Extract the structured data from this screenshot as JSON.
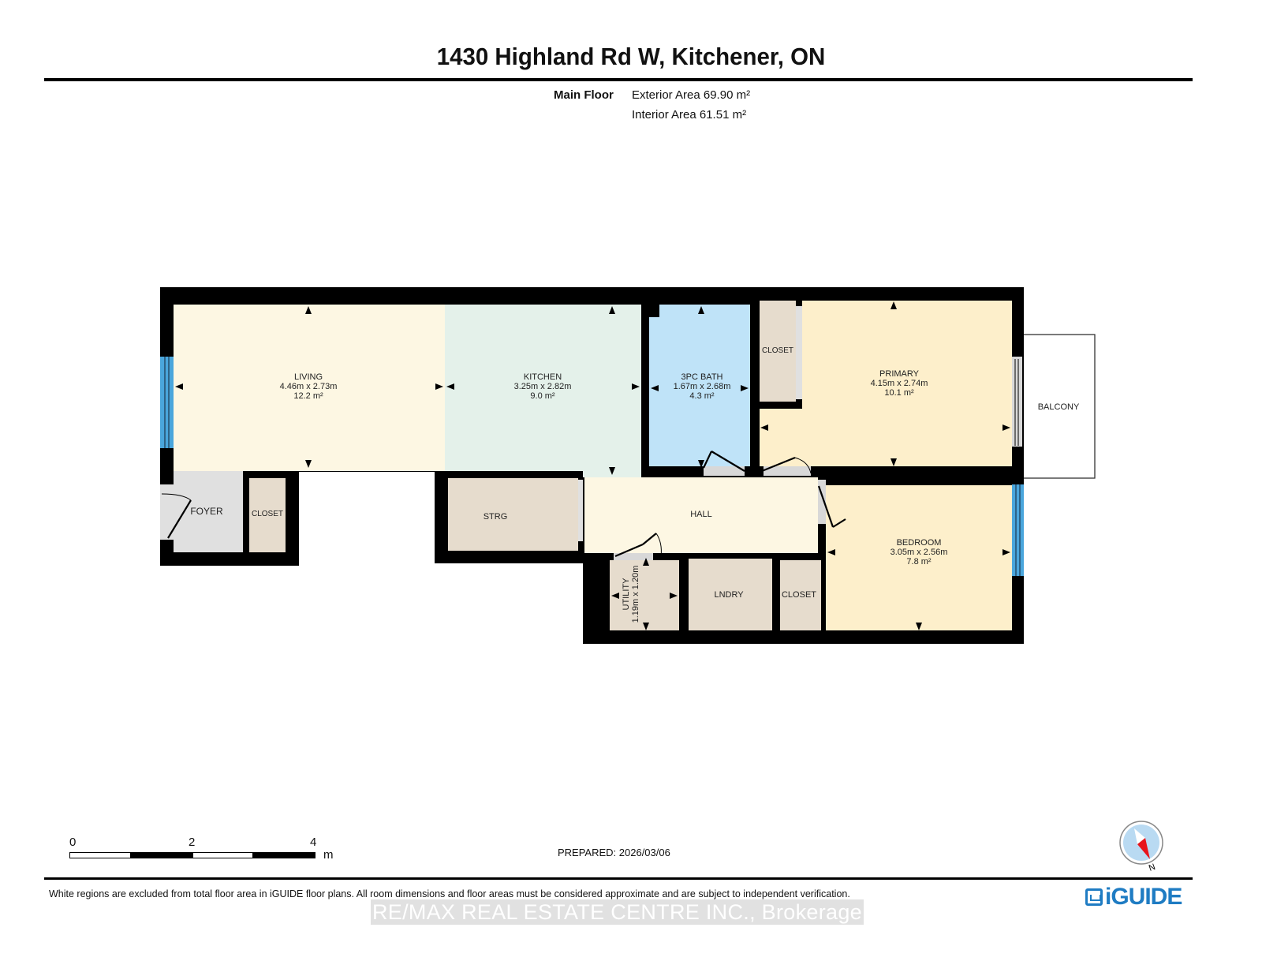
{
  "header": {
    "title": "1430 Highland Rd W, Kitchener, ON",
    "floor_name": "Main Floor",
    "exterior_area": "Exterior Area 69.90 m²",
    "interior_area": "Interior Area 61.51 m²"
  },
  "rooms": [
    {
      "id": "living",
      "name": "LIVING",
      "dims": "4.46m x 2.73m",
      "area": "12.2 m²",
      "color": "#fdf7e3"
    },
    {
      "id": "kitchen",
      "name": "KITCHEN",
      "dims": "3.25m x 2.82m",
      "area": "9.0 m²",
      "color": "#e4f1ea"
    },
    {
      "id": "bath",
      "name": "3PC BATH",
      "dims": "1.67m x 2.68m",
      "area": "4.3 m²",
      "color": "#bfe3f8"
    },
    {
      "id": "primary-closet",
      "name": "CLOSET",
      "color": "#e6dccd"
    },
    {
      "id": "primary",
      "name": "PRIMARY",
      "dims": "4.15m x 2.74m",
      "area": "10.1 m²",
      "color": "#fdefcb"
    },
    {
      "id": "balcony",
      "name": "BALCONY",
      "color": "#ffffff"
    },
    {
      "id": "foyer",
      "name": "FOYER",
      "color": "#e0e0e0"
    },
    {
      "id": "foyer-closet",
      "name": "CLOSET",
      "color": "#e6dccd"
    },
    {
      "id": "strg",
      "name": "STRG",
      "color": "#e6dccd"
    },
    {
      "id": "hall",
      "name": "HALL",
      "color": "#fdf7e3"
    },
    {
      "id": "utility",
      "name": "UTILITY",
      "dims": "1.19m x 1.20m",
      "color": "#e6dccd"
    },
    {
      "id": "lndry",
      "name": "LNDRY",
      "color": "#e6dccd"
    },
    {
      "id": "bedroom-closet",
      "name": "CLOSET",
      "color": "#e6dccd"
    },
    {
      "id": "bedroom",
      "name": "BEDROOM",
      "dims": "3.05m x 2.56m",
      "area": "7.8 m²",
      "color": "#fdefcb"
    }
  ],
  "colors": {
    "wall": "#000000",
    "window": "#4aa6dc",
    "door_opening": "#d8d8d8",
    "brand": "#1f7cc3",
    "compass_fill": "#b9daf2",
    "compass_needle": "#e8141b"
  },
  "scale_bar": {
    "ticks": [
      "0",
      "2",
      "4"
    ],
    "unit": "m"
  },
  "footer": {
    "prepared": "PREPARED: 2026/03/06",
    "disclaimer": "White regions are excluded from total floor area in iGUIDE floor plans. All room dimensions and floor areas must be considered approximate and are subject to independent verification.",
    "watermark": "RE/MAX REAL ESTATE CENTRE INC., Brokerage",
    "logo": "iGUIDE",
    "compass_label": "N"
  }
}
